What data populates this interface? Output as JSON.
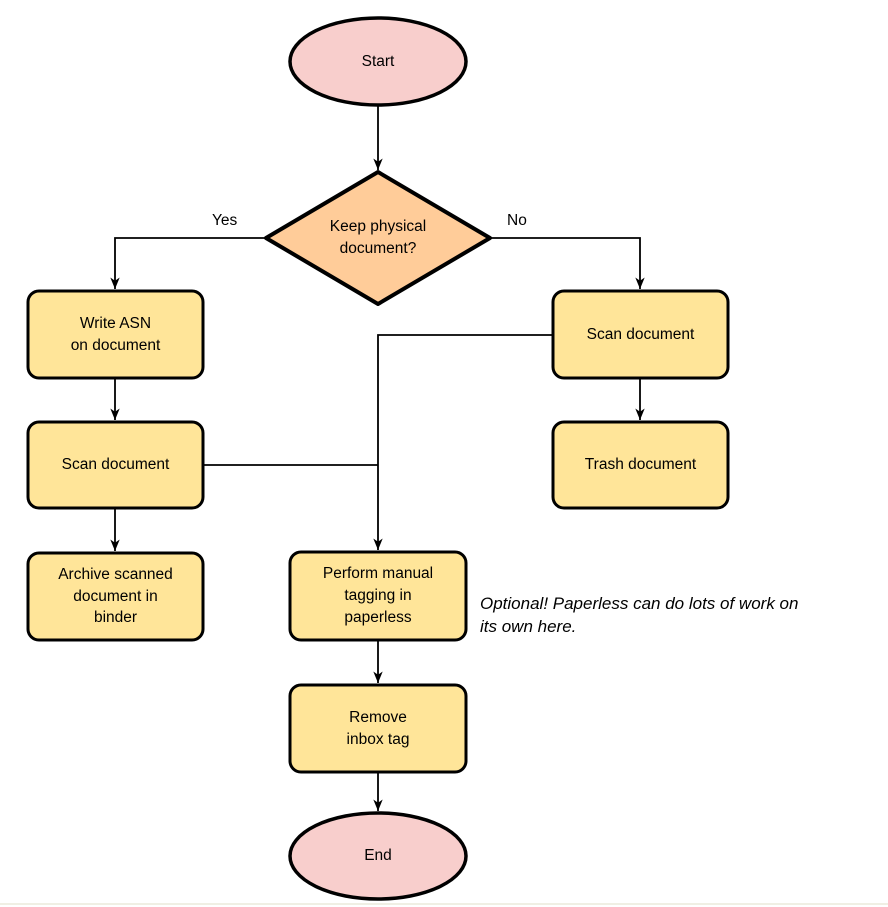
{
  "diagram": {
    "colors": {
      "terminator_fill": "#f8cecc",
      "decision_fill": "#ffcc99",
      "process_fill": "#ffe599",
      "stroke": "#000000",
      "edge": "#000000"
    },
    "nodes": {
      "start": {
        "label": "Start"
      },
      "decision": {
        "label": "Keep physical\ndocument?"
      },
      "write_asn": {
        "label": "Write ASN\non document"
      },
      "scan_left": {
        "label": "Scan document"
      },
      "archive": {
        "label": "Archive scanned\ndocument in\nbinder"
      },
      "scan_right": {
        "label": "Scan document"
      },
      "trash": {
        "label": "Trash document"
      },
      "tagging": {
        "label": "Perform manual\ntagging in\npaperless"
      },
      "remove_inbox": {
        "label": "Remove\ninbox tag"
      },
      "end": {
        "label": "End"
      }
    },
    "edge_labels": {
      "yes": "Yes",
      "no": "No"
    },
    "annotation": "Optional! Paperless can do lots of work on\nits own here."
  }
}
